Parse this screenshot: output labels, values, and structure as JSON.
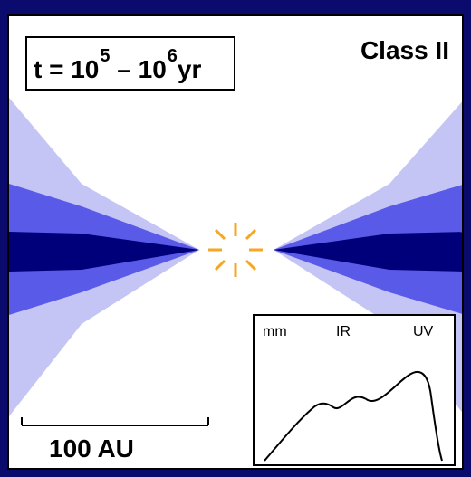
{
  "time_label": {
    "prefix": "t = 10",
    "exp1": "5",
    "dash": " – 10",
    "exp2": "6",
    "unit": "yr"
  },
  "class_label": "Class II",
  "scale_bar_label": "100 AU",
  "sed": {
    "labels": [
      "mm",
      "IR",
      "UV"
    ]
  },
  "colors": {
    "background": "#0b0b6e",
    "disk_dark": "#00007a",
    "disk_mid": "#5a5ae8",
    "disk_light": "#c4c4f5",
    "star": "#f5a623"
  },
  "icons": [
    "star-icon"
  ]
}
